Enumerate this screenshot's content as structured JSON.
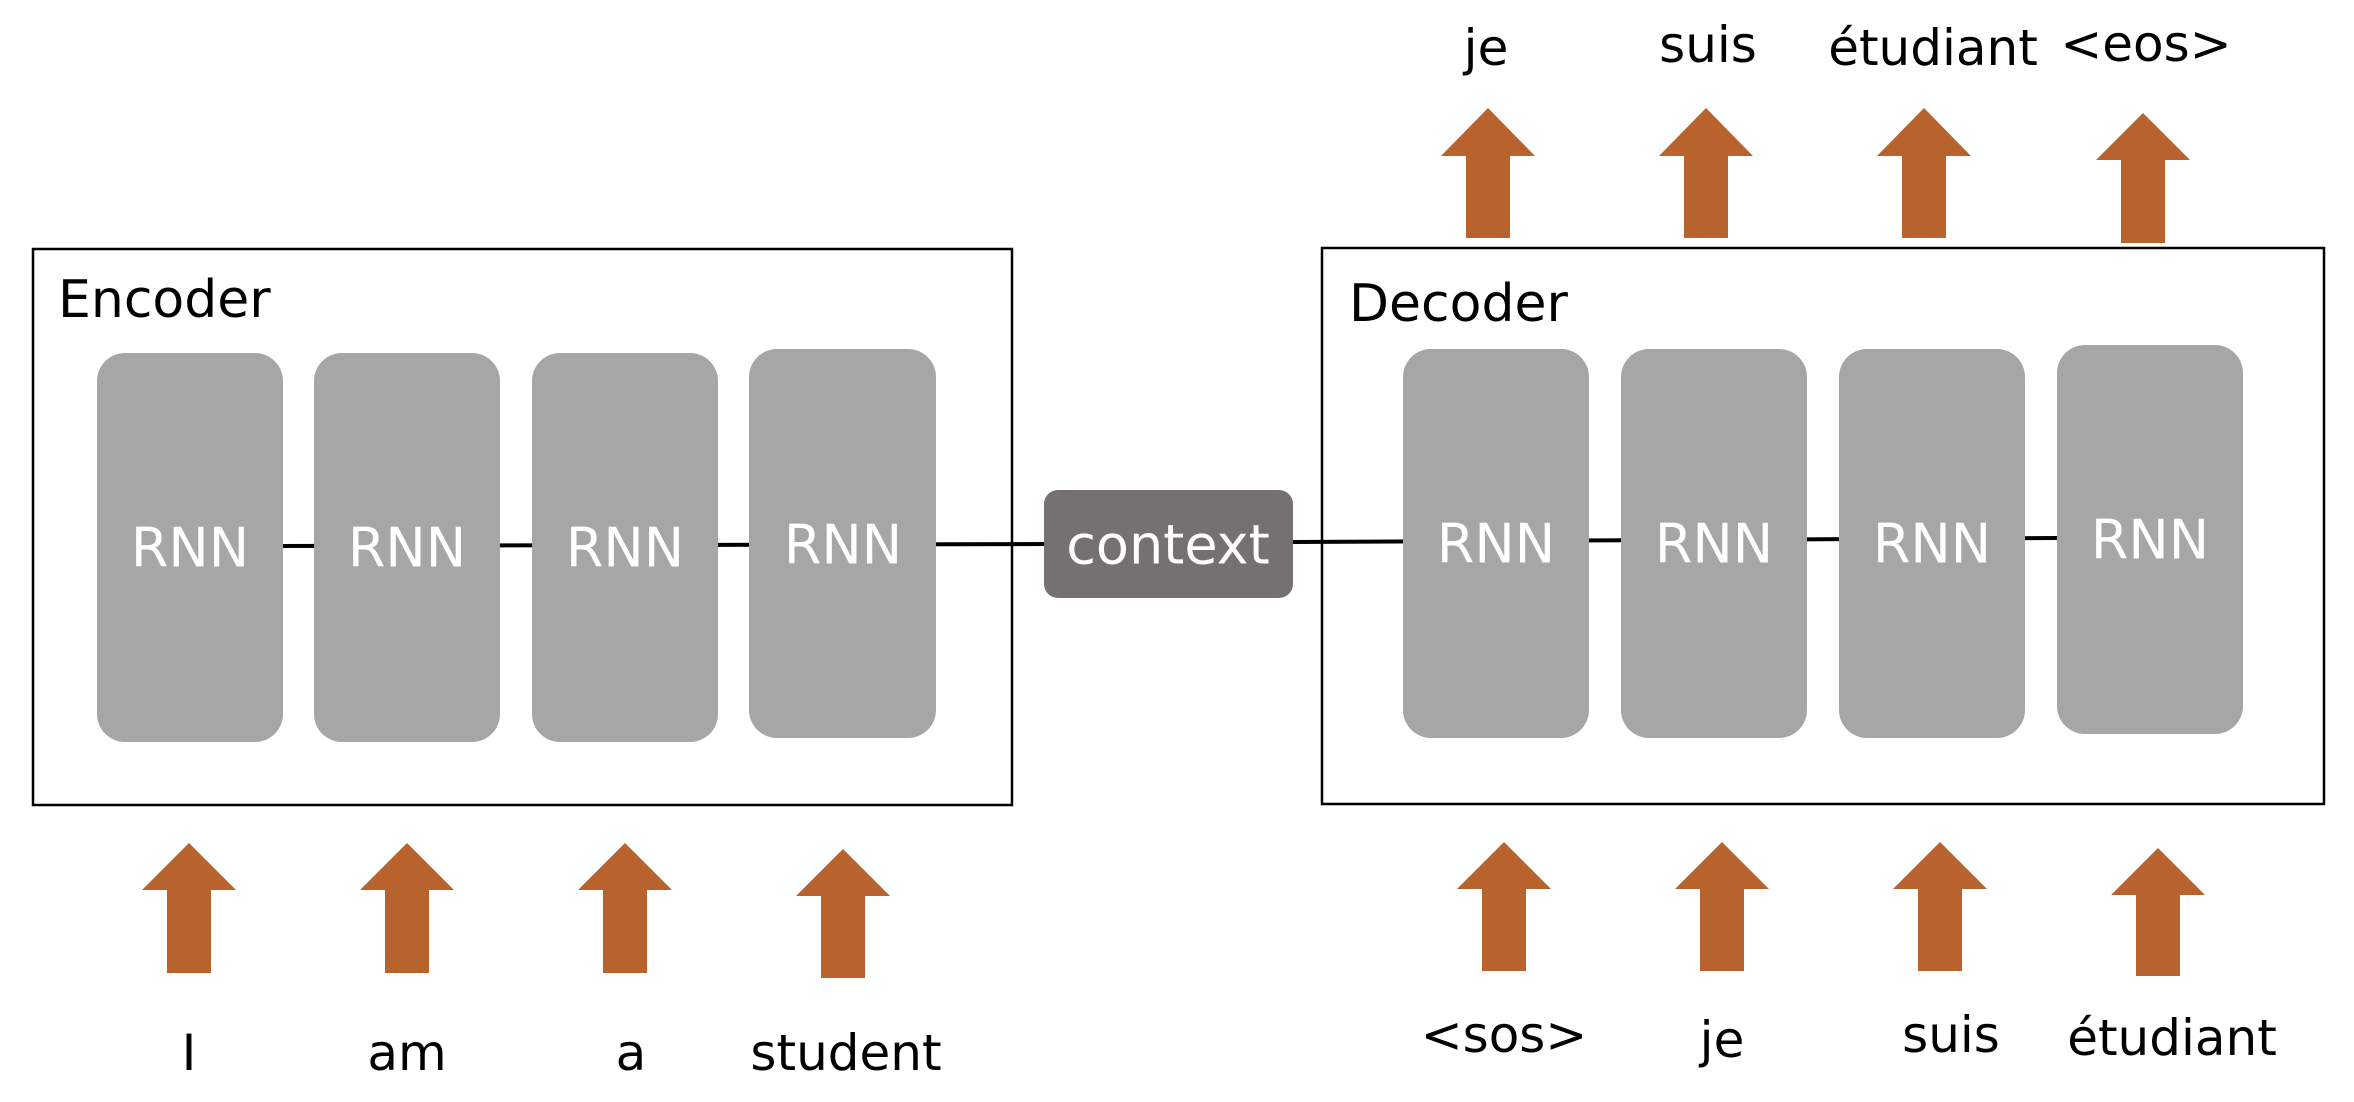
{
  "encoder": {
    "title": "Encoder",
    "cell_label": "RNN",
    "inputs": [
      "I",
      "am",
      "a",
      "student"
    ]
  },
  "context": {
    "label": "context"
  },
  "decoder": {
    "title": "Decoder",
    "cell_label": "RNN",
    "inputs": [
      "<sos>",
      "je",
      "suis",
      "étudiant"
    ],
    "outputs": [
      "je",
      "suis",
      "étudiant",
      "<eos>"
    ]
  },
  "colors": {
    "cell": "#a6a6a6",
    "context": "#747170",
    "arrow": "#b8622d",
    "frame": "#000000"
  }
}
